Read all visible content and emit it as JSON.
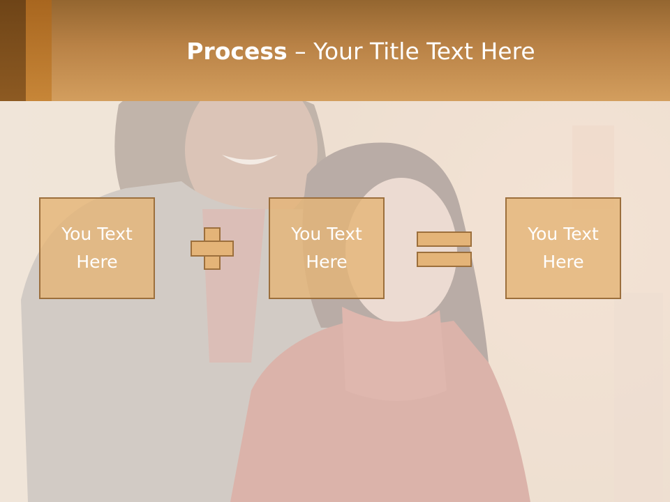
{
  "slide": {
    "title": {
      "strong": "Process",
      "rest": " – Your Title Text Here"
    },
    "steps": [
      {
        "text": "You Text\nHere"
      },
      {
        "text": "You Text\nHere"
      },
      {
        "text": "You Text\nHere"
      }
    ],
    "operators": [
      "plus-icon",
      "equals-icon"
    ]
  },
  "colors": {
    "title_bar": "#c8924f",
    "accent_dark": "#7a4c1b",
    "accent_mid": "#b87228",
    "box_fill": "#e4b478",
    "box_border": "#9c6f3c",
    "title_text": "#ffffff",
    "box_text": "#ffffff"
  }
}
